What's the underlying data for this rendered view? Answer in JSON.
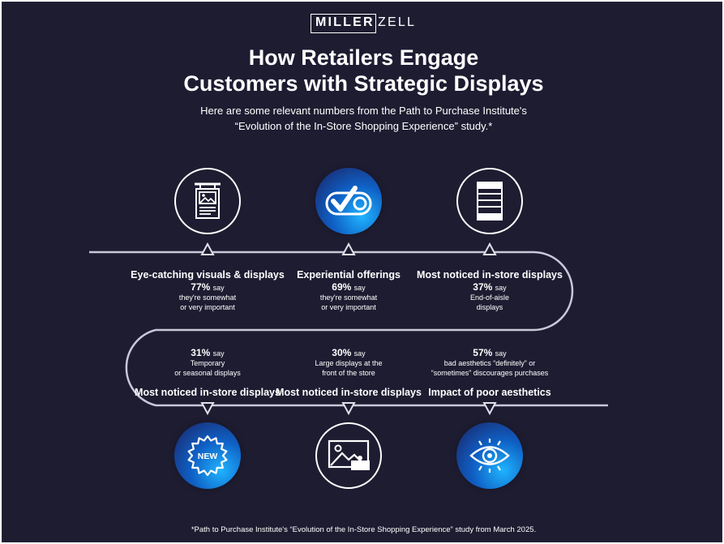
{
  "brand": {
    "part1": "MILLER",
    "part2": "ZELL"
  },
  "title_line1": "How Retailers Engage",
  "title_line2": "Customers with Strategic Displays",
  "subtitle_line1": "Here are some relevant numbers from the Path to Purchase Institute's",
  "subtitle_line2": "“Evolution of the In-Store Shopping Experience” study.*",
  "say_word": "say",
  "top_row": [
    {
      "icon": "poster-icon",
      "heading": "Eye-catching visuals & displays",
      "percent": "77%",
      "desc1": "they're somewhat",
      "desc2": "or very important"
    },
    {
      "icon": "check-toggle-icon",
      "heading": "Experiential offerings",
      "percent": "69%",
      "desc1": "they're somewhat",
      "desc2": "or very important"
    },
    {
      "icon": "shelf-icon",
      "heading": "Most noticed in-store displays",
      "percent": "37%",
      "desc1": "End-of-aisle",
      "desc2": "displays"
    }
  ],
  "bottom_row": [
    {
      "icon": "new-badge-icon",
      "heading": "Most noticed in-store displays",
      "percent": "31%",
      "desc1": "Temporary",
      "desc2": "or seasonal displays"
    },
    {
      "icon": "image-display-icon",
      "heading": "Most noticed in-store displays",
      "percent": "30%",
      "desc1": "Large displays at the",
      "desc2": "front of the store"
    },
    {
      "icon": "eye-icon",
      "heading": "Impact of poor aesthetics",
      "percent": "57%",
      "desc1": "bad aesthetics “definitely” or",
      "desc2": "“sometimes” discourages purchases"
    }
  ],
  "badge_text": "NEW",
  "footnote": "*Path to Purchase Institute's “Evolution of the In-Store Shopping Experience” study from March 2025.",
  "colors": {
    "background": "#1e1c31",
    "accent_blue": "#1a8cf0",
    "line": "#c9c7d8"
  }
}
